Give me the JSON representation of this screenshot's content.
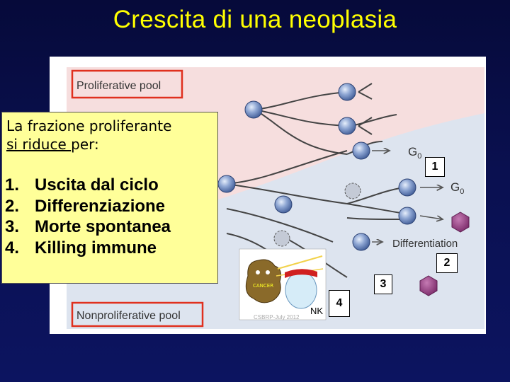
{
  "title": "Crescita di una neoplasia",
  "textbox": {
    "line1": "La frazione proliferante",
    "line2_underlined": "si riduce ",
    "line2_rest": "per:",
    "items": [
      {
        "num": "1.",
        "label": "Uscita dal ciclo"
      },
      {
        "num": "2.",
        "label": "Differenziazione"
      },
      {
        "num": "3.",
        "label": "Morte spontanea"
      },
      {
        "num": "4.",
        "label": "Killing immune"
      }
    ]
  },
  "diagram": {
    "proliferative_label": "Proliferative pool",
    "nonproliferative_label": "Nonproliferative pool",
    "g0_label_1": "G",
    "g0_label_2": "G",
    "g0_sub": "0",
    "differentiation_label": "Differentiation",
    "nk_label": "NK",
    "cancer_label": "CANCER",
    "watermark": "CSBRP-July 2012",
    "colors": {
      "proliferative_bg": "#f6dede",
      "nonproliferative_bg": "#dde4ef",
      "label_border": "#e0301e",
      "cell": "#6a86bd",
      "differentiated_cell": "#9b3d86"
    }
  },
  "numbers": {
    "n1": "1",
    "n2": "2",
    "n3": "3",
    "n4": "4"
  }
}
